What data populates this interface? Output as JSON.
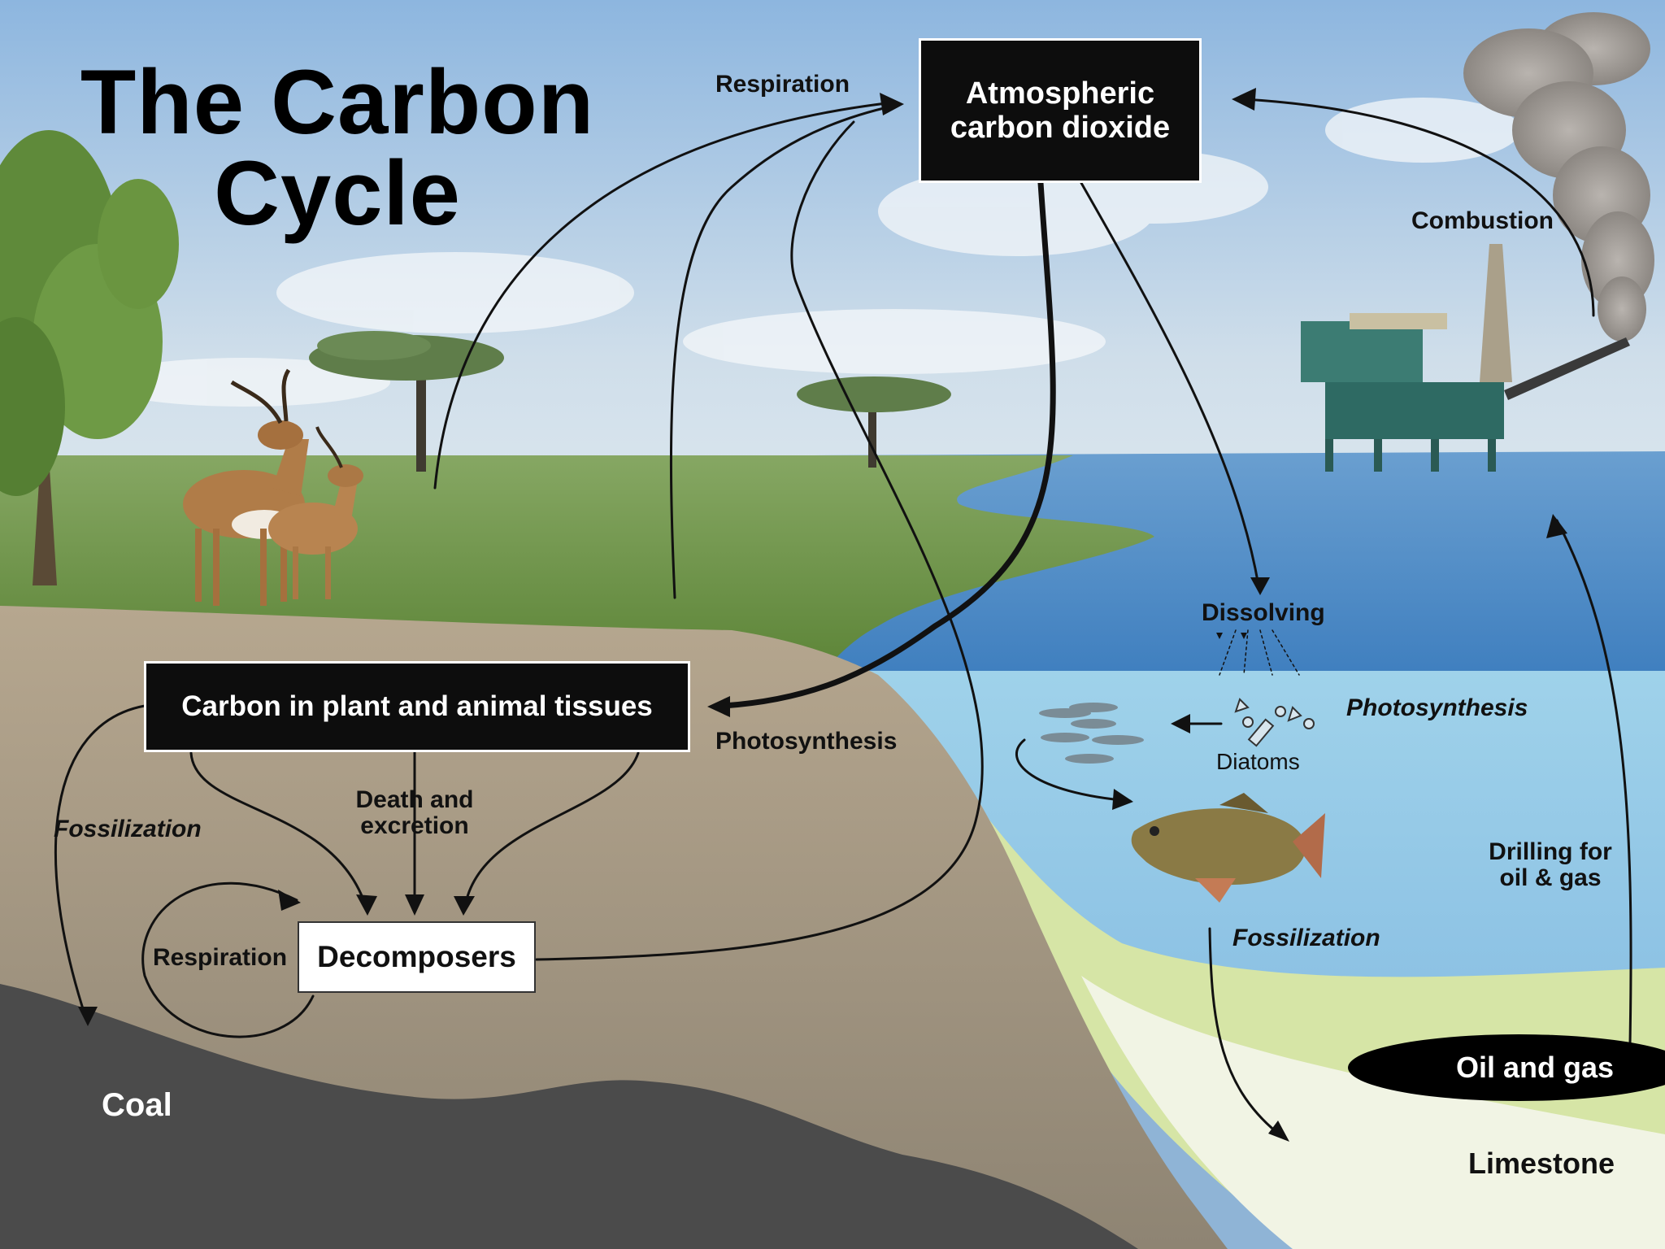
{
  "title": "The Carbon\nCycle",
  "boxes": {
    "atmospheric": "Atmospheric\ncarbon dioxide",
    "tissues": "Carbon in plant and animal tissues",
    "decomposers": "Decomposers",
    "oil_gas": "Oil and gas"
  },
  "labels": {
    "respiration_top": "Respiration",
    "combustion": "Combustion",
    "dissolving": "Dissolving",
    "photosynthesis_land": "Photosynthesis",
    "photosynthesis_sea": "Photosynthesis",
    "diatoms": "Diatoms",
    "death_excretion": "Death and\nexcretion",
    "fossilization_land": "Fossilization",
    "fossilization_sea": "Fossilization",
    "respiration_decomposers": "Respiration",
    "drilling": "Drilling for\noil & gas",
    "coal": "Coal",
    "limestone": "Limestone"
  },
  "colors": {
    "sky_top": "#9cc0e4",
    "sky_bottom": "#dfe9ef",
    "grass": "#6f9445",
    "soil": "#a99c86",
    "coal": "#4a4a4a",
    "ocean_surface": "#5e93c8",
    "ocean_deep": "#8cc5e4",
    "sediment": "#d9e6a8",
    "limestone": "#f1f4e6",
    "arrow": "#111111"
  }
}
